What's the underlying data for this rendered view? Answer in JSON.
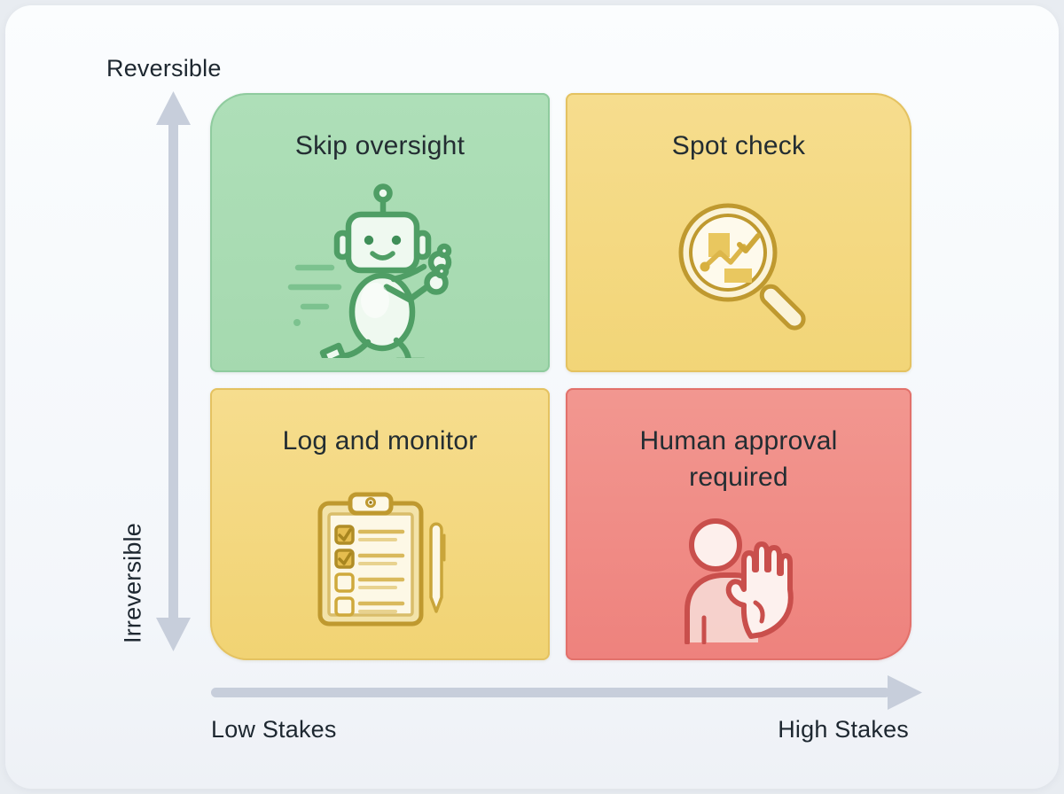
{
  "diagram": {
    "title": "oversight-decision-matrix",
    "y_axis": {
      "top_label": "Reversible",
      "bottom_label": "Irreversible"
    },
    "x_axis": {
      "left_label": "Low Stakes",
      "right_label": "High Stakes"
    },
    "quadrants": [
      {
        "position": "top-left",
        "label": "Skip oversight",
        "icon": "running-robot-icon",
        "bg": "#a7dab1"
      },
      {
        "position": "top-right",
        "label": "Spot check",
        "icon": "magnifier-chart-icon",
        "bg": "#f4d97e"
      },
      {
        "position": "bottom-left",
        "label": "Log and monitor",
        "icon": "clipboard-checklist-icon",
        "bg": "#f4d97e"
      },
      {
        "position": "bottom-right",
        "label": "Human approval required",
        "icon": "stop-hand-person-icon",
        "bg": "#f08984"
      }
    ],
    "colors": {
      "background": "#e8ecf1",
      "card": "#fbfdfe",
      "arrow": "#c7cedb",
      "text": "#1d2730",
      "green_stroke": "#4f9e65",
      "gold_stroke": "#bf992f",
      "red_stroke": "#c94f4c"
    }
  }
}
